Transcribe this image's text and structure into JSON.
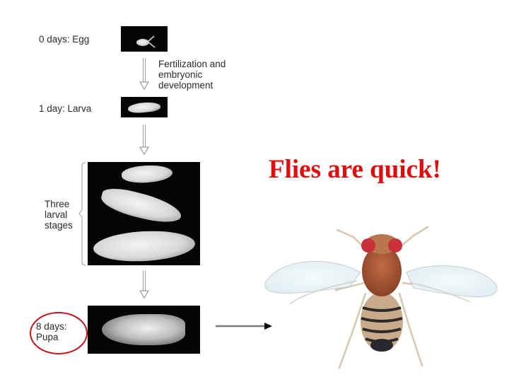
{
  "diagram": {
    "stages": [
      {
        "label": "0 days: Egg",
        "image": "egg-photo"
      },
      {
        "label": "1 day: Larva",
        "image": "larva-photo"
      },
      {
        "label": "Three larval stages",
        "label_lines": [
          "Three",
          "larval",
          "stages"
        ],
        "image": "larval-stages-photo"
      },
      {
        "label": "8 days: Pupa",
        "label_lines": [
          "8 days:",
          "Pupa"
        ],
        "image": "pupa-photo",
        "highlighted": true
      }
    ],
    "transition_note": {
      "lines": [
        "Fertilization and",
        "embryonic",
        "development"
      ]
    }
  },
  "headline": {
    "text": "Flies are quick!",
    "color": "#e00d0d"
  },
  "colors": {
    "highlight_circle": "#c3151b",
    "photo_background": "#050505",
    "fly_body": "#a0522d",
    "fly_eye": "#c8303a"
  },
  "image": {
    "adult_fly": "adult-fruit-fly-photo"
  }
}
